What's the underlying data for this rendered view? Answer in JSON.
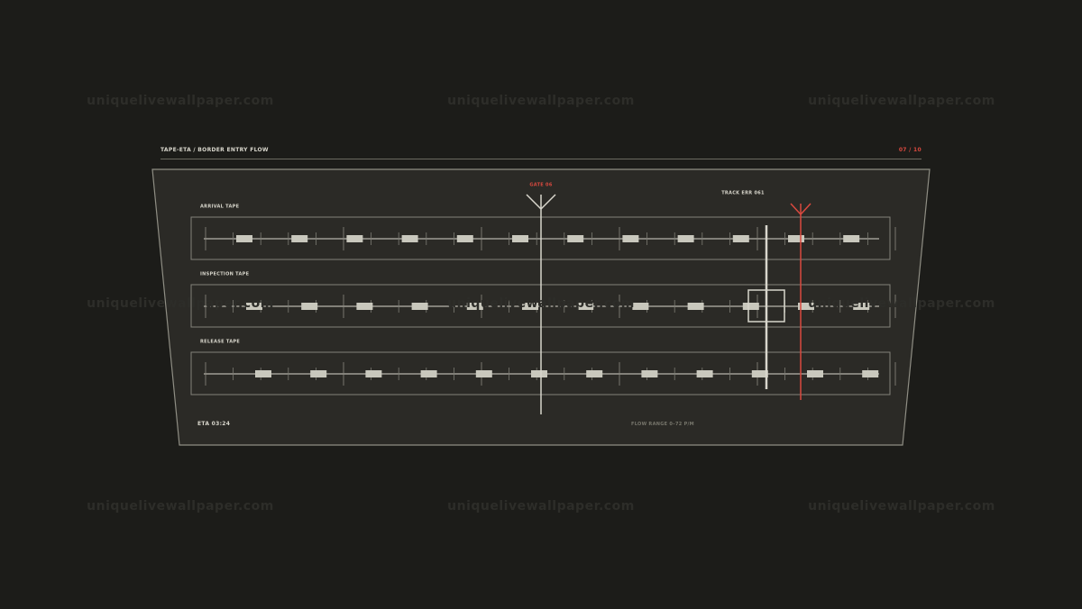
{
  "header": {
    "title": "TAPE-ETA  /  BORDER ENTRY FLOW",
    "page": "07 / 10"
  },
  "tapes": [
    {
      "label": "ARRIVAL TAPE"
    },
    {
      "label": "INSPECTION TAPE"
    },
    {
      "label": "RELEASE TAPE"
    }
  ],
  "markers": {
    "gate": {
      "label": "GATE 06"
    },
    "track_error": {
      "label": "TRACK ERR 061"
    }
  },
  "footer": {
    "eta": "ETA  03:24",
    "flow_range": "FLOW RANGE 0–72 P/M"
  },
  "watermark": {
    "text": "uniquelivewallpaper.com"
  },
  "colors": {
    "background": "#1c1c19",
    "panel": "#2b2a26",
    "line": "#d8d6cc",
    "dim_line": "#83827a",
    "accent_red": "#d9493f"
  }
}
